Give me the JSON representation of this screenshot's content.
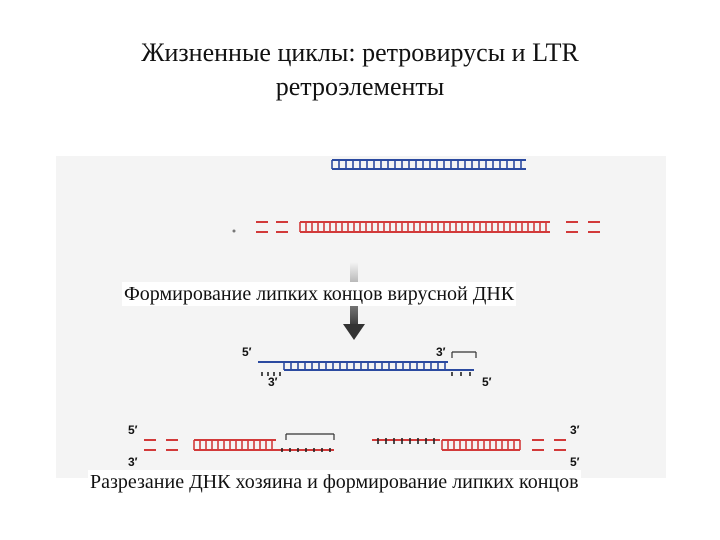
{
  "slide": {
    "title_line1": "Жизненные циклы: ретровирусы и LTR",
    "title_line2": "ретроэлементы"
  },
  "captions": {
    "sticky_ends_viral": "Формирование липких концов вирусной ДНК",
    "host_cut": "Разрезание ДНК хозяина и формирование липких концов"
  },
  "strand_labels": {
    "viral_top_left": "5′",
    "viral_top_right": "3′",
    "viral_bottom_left": "3′",
    "viral_bottom_right": "5′",
    "host_top_left": "5′",
    "host_bottom_left": "3′",
    "host_top_right": "3′",
    "host_bottom_right": "5′"
  },
  "colors": {
    "viral_dna": "#2b4aa0",
    "host_dna": "#d23a3a",
    "arrow": "#444444",
    "panel": "#f4f4f4",
    "bracket": "#333333"
  }
}
